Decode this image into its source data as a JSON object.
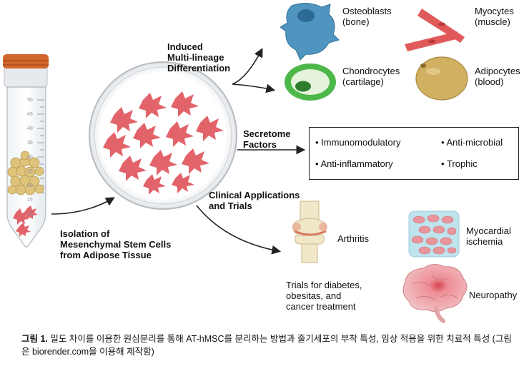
{
  "headings": {
    "differentiation": "Induced\nMulti-lineage\nDifferentiation",
    "secretome": "Secretome\nFactors",
    "clinical": "Clinical Applications\nand Trials",
    "isolation": "Isolation of\nMesenchymal Stem Cells\nfrom Adipose Tissue"
  },
  "cell_types": [
    {
      "label": "Osteoblasts\n(bone)",
      "icon": "osteoblast-icon"
    },
    {
      "label": "Myocytes\n(muscle)",
      "icon": "myocyte-icon"
    },
    {
      "label": "Chondrocytes\n(cartilage)",
      "icon": "chondrocyte-icon"
    },
    {
      "label": "Adipocytes\n(blood)",
      "icon": "adipocyte-icon"
    }
  ],
  "secretome_factors": [
    "Immunomodulatory",
    "Anti-microbial",
    "Anti-inflammatory",
    "Trophic"
  ],
  "clinical": [
    {
      "label": "Arthritis",
      "icon": "knee-joint-icon"
    },
    {
      "label": "Myocardial\nischemia",
      "icon": "myocardial-tissue-icon"
    },
    {
      "label": "Trials for diabetes,\nobesitas, and\ncancer treatment",
      "icon": ""
    },
    {
      "label": "Neuropathy",
      "icon": "brain-icon"
    }
  ],
  "tube_scale": [
    "50",
    "45",
    "40",
    "35",
    "30",
    "25",
    "20",
    "15",
    "10"
  ],
  "caption": {
    "lead": "그림 1.",
    "text": " 밀도 차이를 이용한 원심분리를 통해 AT-hMSC를 분리하는 방법과 줄기세포의 부착 특성, 임상 적용을 위한 치료적 특성 (그림은 biorender.com을 이용해 제작함)"
  },
  "colors": {
    "tube_cap": "#d0662b",
    "msc_cell": "#e2646a",
    "fat_cell": "#dfc37a",
    "osteoblast": "#4f95c0",
    "chondrocyte": "#4cb84a",
    "adipocyte": "#d2b061",
    "myocyte": "#e05a5a",
    "brain": "#e7a8ae"
  }
}
